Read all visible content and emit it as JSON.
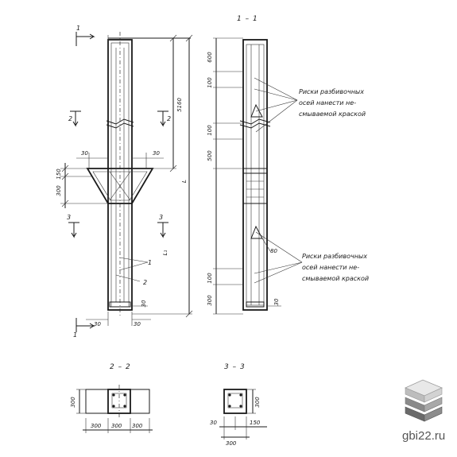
{
  "sections": {
    "s11": "1 – 1",
    "s22": "2 – 2",
    "s33": "3 – 3"
  },
  "marks": {
    "m1": "1",
    "m2": "2",
    "m3": "3"
  },
  "dims": {
    "d5160": "5160",
    "d30": "30",
    "d150": "150",
    "d300": "300",
    "d600": "600",
    "d100": "100",
    "d500": "500",
    "d80": "80",
    "dL": "L",
    "dL1": "L₁"
  },
  "callouts": {
    "c1": "1",
    "c2": "2"
  },
  "notes": {
    "n1_l1": "Риски разбивочных",
    "n1_l2": "осей нанести не-",
    "n1_l3": "смываемой краской",
    "n2_l1": "Риски разбивочных",
    "n2_l2": "осей нанести не-",
    "n2_l3": "смываемой краской"
  },
  "watermark": {
    "text": "gbi22.ru",
    "icon": "stacked-slabs-icon"
  }
}
